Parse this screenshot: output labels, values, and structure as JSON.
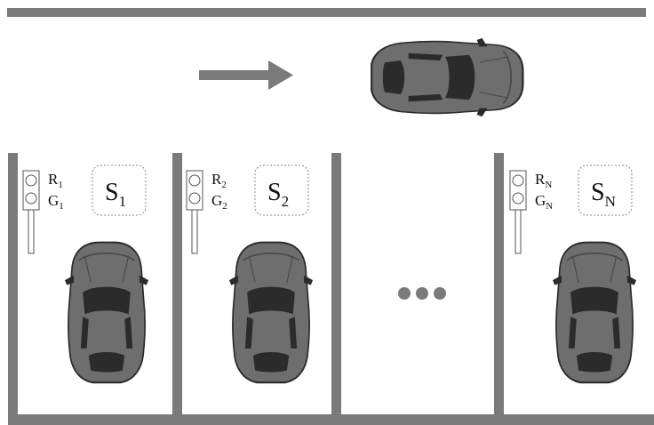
{
  "colors": {
    "wall": "#7a7a7a",
    "car_body": "#6e6e6e",
    "car_dark": "#2b2b2b",
    "arrow": "#7a7a7a",
    "light_outline": "#555555",
    "dots": "#7a7a7a"
  },
  "icons": [
    "car-icon",
    "traffic-light-icon",
    "arrow-right-icon",
    "ellipsis-icon"
  ],
  "spots": [
    {
      "red_main": "R",
      "red_sub": "1",
      "green_main": "G",
      "green_sub": "1",
      "sign_main": "S",
      "sign_sub": "1"
    },
    {
      "red_main": "R",
      "red_sub": "2",
      "green_main": "G",
      "green_sub": "2",
      "sign_main": "S",
      "sign_sub": "2"
    },
    {
      "red_main": "R",
      "red_sub": "N",
      "green_main": "G",
      "green_sub": "N",
      "sign_main": "S",
      "sign_sub": "N"
    }
  ]
}
